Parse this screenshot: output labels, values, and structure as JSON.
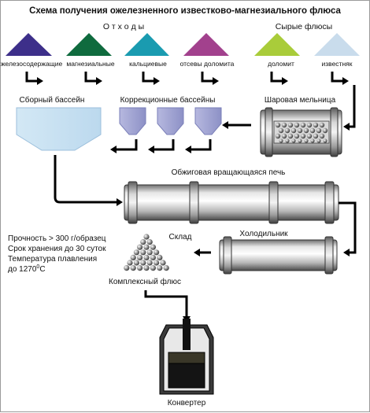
{
  "title": "Схема получения ожелезненного известково-магнезиального флюса",
  "groups": {
    "waste": "О т х о д ы",
    "raw": "Сырые флюсы"
  },
  "materials": [
    {
      "label": "железосодержащие",
      "color": "#3d2f8a"
    },
    {
      "label": "магнезиальные",
      "color": "#0f6b3e"
    },
    {
      "label": "кальциевые",
      "color": "#1a9bb0"
    },
    {
      "label": "отсевы доломита",
      "color": "#a2418d"
    },
    {
      "label": "доломит",
      "color": "#a9cc3a"
    },
    {
      "label": "известняк",
      "color": "#c9dcec"
    }
  ],
  "units": {
    "collector": "Сборный бассейн",
    "correction": "Коррекционные бассейны",
    "mill": "Шаровая мельница",
    "kiln": "Обжиговая вращающаяся печь",
    "cooler": "Холодильник",
    "warehouse": "Склад",
    "product": "Комплексный флюс",
    "converter": "Конвертер"
  },
  "properties": {
    "strength": "Прочность > 300 г/образец",
    "storage": "Срок хранения до 30 суток",
    "melting_label": "Температура плавления",
    "melting_value": "до 1270",
    "melting_sup": "0",
    "melting_unit": "С"
  }
}
